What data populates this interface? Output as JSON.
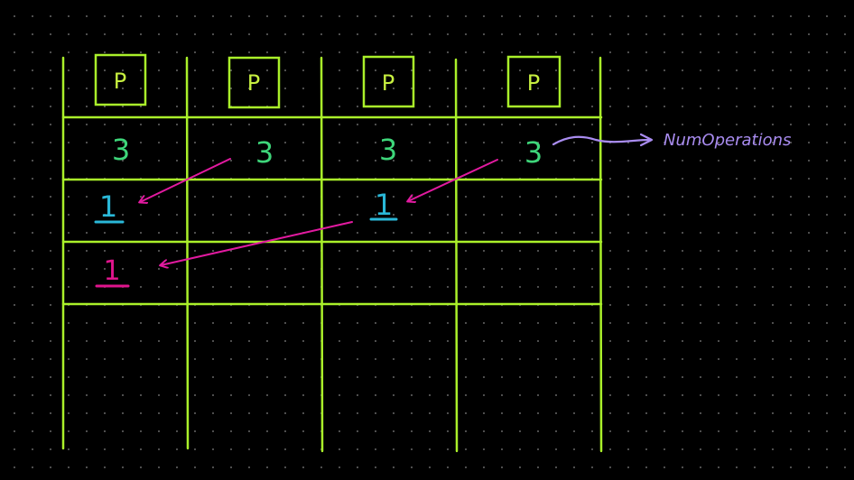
{
  "colors": {
    "grid_line": "#aaf02a",
    "header_text": "#c8f040",
    "value_green": "#3ed67a",
    "value_cyan": "#2ab8d8",
    "value_magenta": "#e0148c",
    "arrow_magenta": "#e21aa0",
    "annotation_purple": "#a98cf0"
  },
  "header": {
    "cells": [
      "P",
      "P",
      "P",
      "P"
    ]
  },
  "rows": [
    {
      "cells": [
        "3",
        "3",
        "3",
        "3"
      ]
    },
    {
      "cells": [
        "1",
        "",
        "1",
        ""
      ]
    },
    {
      "cells": [
        "1",
        "",
        "",
        ""
      ]
    }
  ],
  "annotation": {
    "label": "NumOperations",
    "icon": "arrow-right-icon"
  }
}
